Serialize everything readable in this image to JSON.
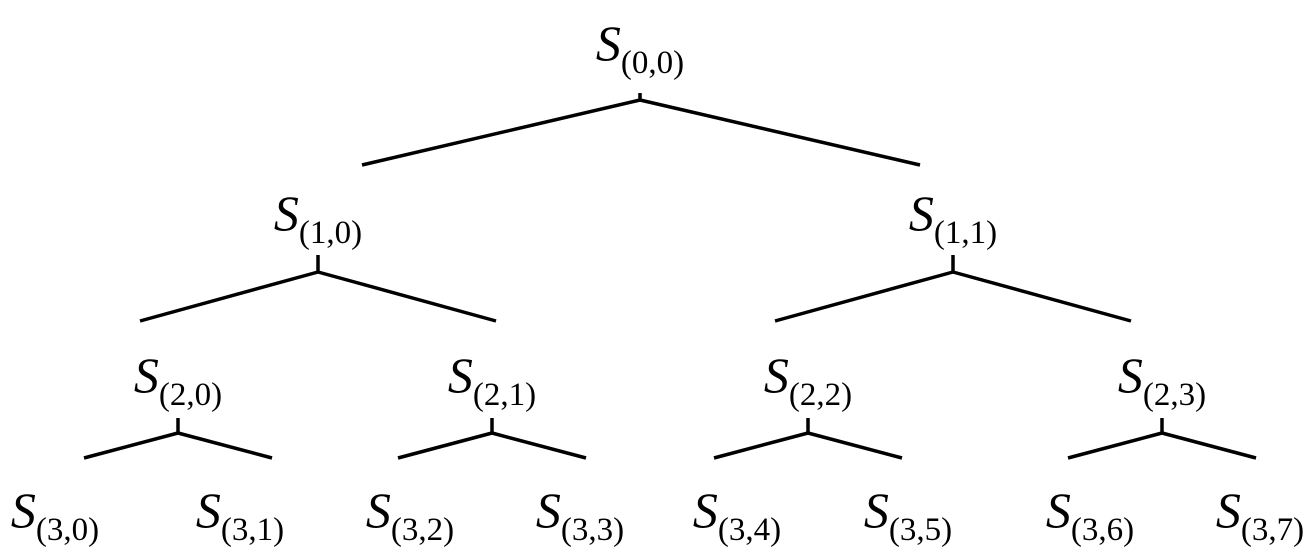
{
  "tree": {
    "symbol": "S",
    "levels": [
      [
        "(0,0)"
      ],
      [
        "(1,0)",
        "(1,1)"
      ],
      [
        "(2,0)",
        "(2,1)",
        "(2,2)",
        "(2,3)"
      ],
      [
        "(3,0)",
        "(3,1)",
        "(3,2)",
        "(3,3)",
        "(3,4)",
        "(3,5)",
        "(3,6)",
        "(3,7)"
      ]
    ]
  }
}
